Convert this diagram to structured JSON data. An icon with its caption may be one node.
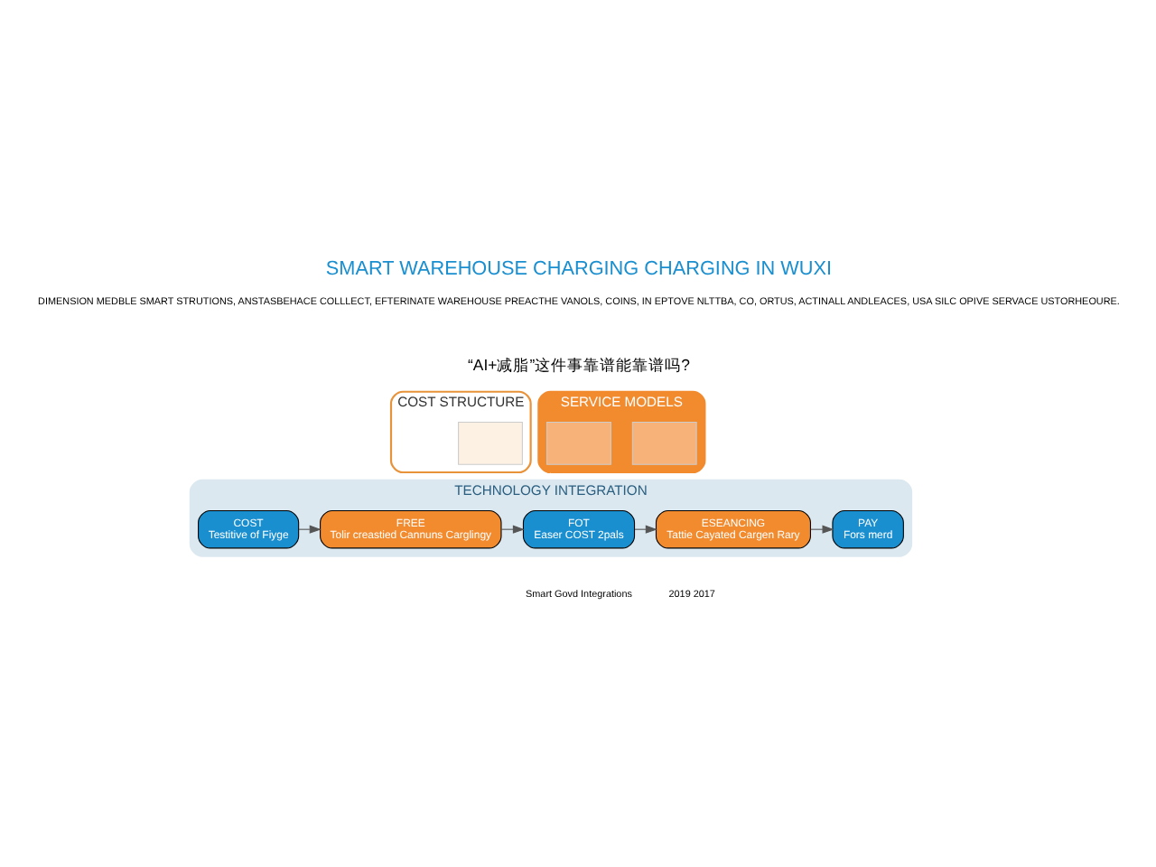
{
  "diagram": {
    "title": "SMART WAREHOUSE CHARGING CHARGING IN WUXI",
    "nodes": [
      {
        "text": [
          "COST STRUCTURE"
        ]
      },
      {
        "text": [],
        "shape": "box",
        "in": 0
      },
      {
        "text": [
          "SERVICE MODELS"
        ]
      },
      {
        "text": [],
        "shape": "box",
        "in": 2
      },
      {
        "text": [],
        "shape": "box",
        "in": 2
      },
      {
        "text": [
          "TECHNOLOGY INTEGRATION"
        ]
      },
      {
        "text": [
          "COST",
          "Testitive of Fiyge"
        ],
        "in": 5
      },
      {
        "text": [
          "FREE",
          "Tolir creastied Cannuns Carglingy"
        ],
        "in": 5
      },
      {
        "text": [
          "FOT",
          "Easer COST 2pals"
        ],
        "in": 5
      },
      {
        "text": [
          "ESEANCING",
          "Tattie Cayated Cargen Rary"
        ],
        "in": 5
      },
      {
        "text": [
          "PAY",
          "Fors merd"
        ],
        "in": 5
      }
    ],
    "edges": [
      {
        "from": 6,
        "to": 7,
        "arrow": "to"
      },
      {
        "from": 7,
        "to": 8,
        "arrow": "to"
      },
      {
        "from": 8,
        "to": 9,
        "arrow": "to"
      },
      {
        "from": 9,
        "to": 10,
        "arrow": "to"
      }
    ],
    "labels": [
      "DIMENSION MEDBLE SMART STRUTIONS, ANSTASBEHACE COLLLECT, EFTERINATE WAREHOUSE PREACTHE VANOLS, COINS, IN EPTOVE NLTTBA, CO, ORTUS, ACTINALL ANDLEACES, USA SILC OPIVE SERVACE USTORHEOURE.",
      "“AI+减脂”这件事靠谱能靠谱吗?",
      "Smart Govd Integrations",
      "2019 2017"
    ]
  }
}
